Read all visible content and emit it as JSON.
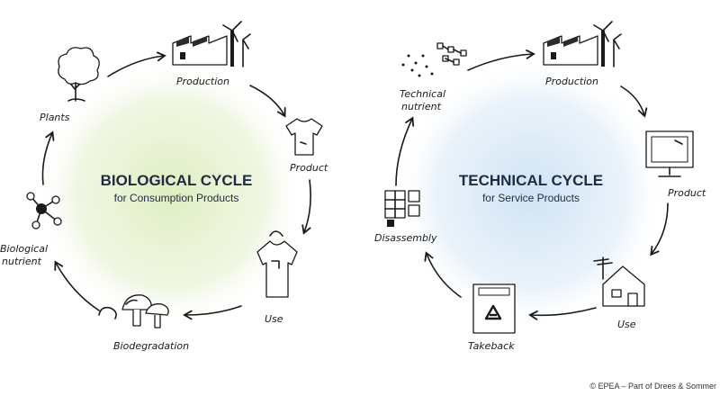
{
  "biological": {
    "title": "BIOLOGICAL CYCLE",
    "subtitle": "for Consumption Products",
    "labels": {
      "production": "Production",
      "product": "Product",
      "use": "Use",
      "biodegradation": "Biodegradation",
      "nutrient_line1": "Biological",
      "nutrient_line2": "nutrient",
      "plants": "Plants"
    },
    "colors": {
      "center": "#dfeec0"
    },
    "icons": [
      "tree-icon",
      "factory-icon",
      "tshirt-icon",
      "worn-shirt-icon",
      "mushrooms-icon",
      "molecule-icon"
    ]
  },
  "technical": {
    "title": "TECHNICAL CYCLE",
    "subtitle": "for Service Products",
    "labels": {
      "nutrient_line1": "Technical",
      "nutrient_line2": "nutrient",
      "production": "Production",
      "product": "Product",
      "use": "Use",
      "takeback": "Takeback",
      "disassembly": "Disassembly"
    },
    "colors": {
      "center": "#cfe3f5"
    },
    "icons": [
      "pixels-icon",
      "factory-icon",
      "monitor-icon",
      "house-icon",
      "recycle-bin-icon",
      "grid-panel-icon"
    ]
  },
  "credit": "© EPEA – Part of Drees & Sommer"
}
